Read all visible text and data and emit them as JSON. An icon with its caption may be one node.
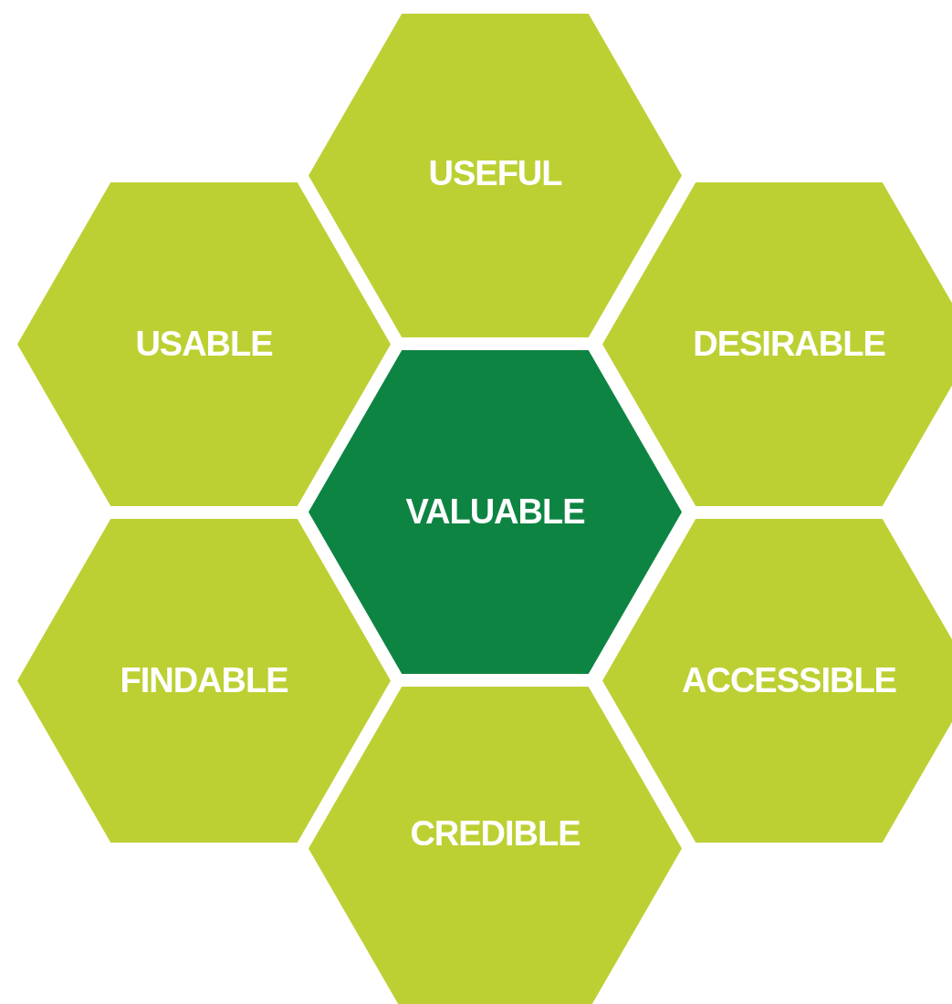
{
  "diagram": {
    "nodes": [
      {
        "text": [
          "USEFUL"
        ]
      },
      {
        "text": [
          "USABLE"
        ]
      },
      {
        "text": [
          "DESIRABLE"
        ]
      },
      {
        "text": [
          "VALUABLE"
        ]
      },
      {
        "text": [
          "FINDABLE"
        ]
      },
      {
        "text": [
          "ACCESSIBLE"
        ]
      },
      {
        "text": [
          "CREDIBLE"
        ]
      }
    ]
  }
}
